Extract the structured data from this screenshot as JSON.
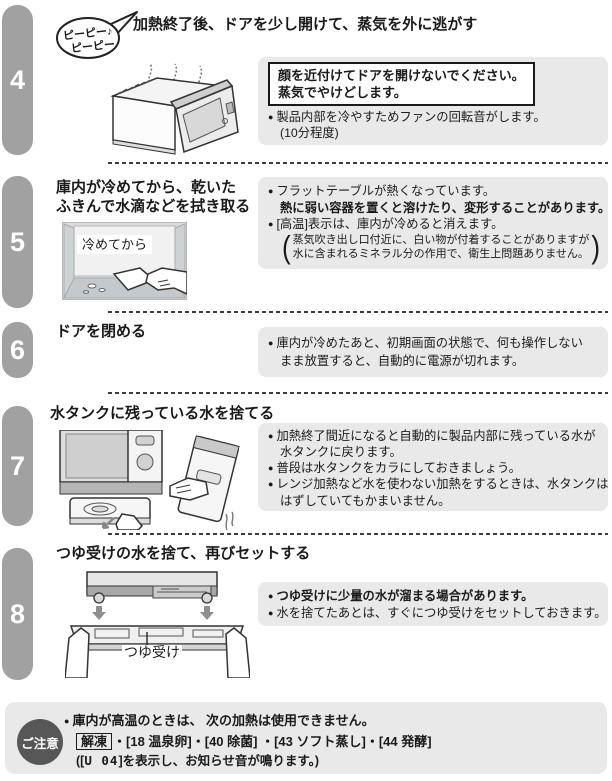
{
  "ui": {
    "bullet": "●",
    "paren_open": "(",
    "paren_close": ")"
  },
  "step4": {
    "number": "4",
    "title": "加熱終了後、ドアを少し開けて、蒸気を外に逃がす",
    "bubble": {
      "line1": "ピーピー♪",
      "line2": "ピーピー"
    },
    "warning": {
      "line1": "顔を近付けてドアを開けないでください。",
      "line2": "蒸気でやけどします。"
    },
    "note1": "製品内部を冷やすためファンの回転音がします。",
    "note1_sub": "(10分程度)"
  },
  "step5": {
    "number": "5",
    "title_line1": "庫内が冷めてから、乾いた",
    "title_line2": "ふきんで水滴などを拭き取る",
    "image_label": "冷めてから",
    "note1": "フラットテーブルが熱くなっています。",
    "note1_bold": "熱に弱い容器を置くと溶けたり、変形することがあります。",
    "note2": "[高温]表示は、庫内が冷めると消えます。",
    "paren_line1": "蒸気吹き出し口付近に、白い物が付着することがありますが",
    "paren_line2": "水に含まれるミネラル分の作用で、衛生上問題ありません。"
  },
  "step6": {
    "number": "6",
    "title": "ドアを閉める",
    "note1": "庫内が冷めたあと、初期画面の状態で、何も操作しない",
    "note1_sub": "まま放置すると、自動的に電源が切れます。"
  },
  "step7": {
    "number": "7",
    "title": "水タンクに残っている水を捨てる",
    "note1": "加熱終了間近になると自動的に製品内部に残っている水が",
    "note1_sub": "水タンクに戻ります。",
    "note2": "普段は水タンクをカラにしておきましょう。",
    "note3": "レンジ加熱など水を使わない加熱をするときは、水タンクは",
    "note3_sub": "はずしていてもかまいません。"
  },
  "step8": {
    "number": "8",
    "title": "つゆ受けの水を捨て、再びセットする",
    "image_label": "つゆ受け",
    "note1": "つゆ受けに少量の水が溜まる場合があります。",
    "note2": "水を捨てたあとは、すぐにつゆ受けをセットしておきます。"
  },
  "caution": {
    "badge": "ご注意",
    "line1": "庫内が高温のときは、 次の加熱は使用できません。",
    "boxed_mode": "解凍",
    "modes": "・[18 温泉卵]・[40 除菌] ・[43 ソフト蒸し]・[44 発酵]",
    "display_prefix": "([",
    "display_code": "U 04",
    "display_suffix": "]を表示し、お知らせ音が鳴ります。)"
  },
  "colors": {
    "badge_gray": "#a1a1a1",
    "info_box_gray": "#e9e9e9",
    "caution_circle_gray": "#575757"
  }
}
